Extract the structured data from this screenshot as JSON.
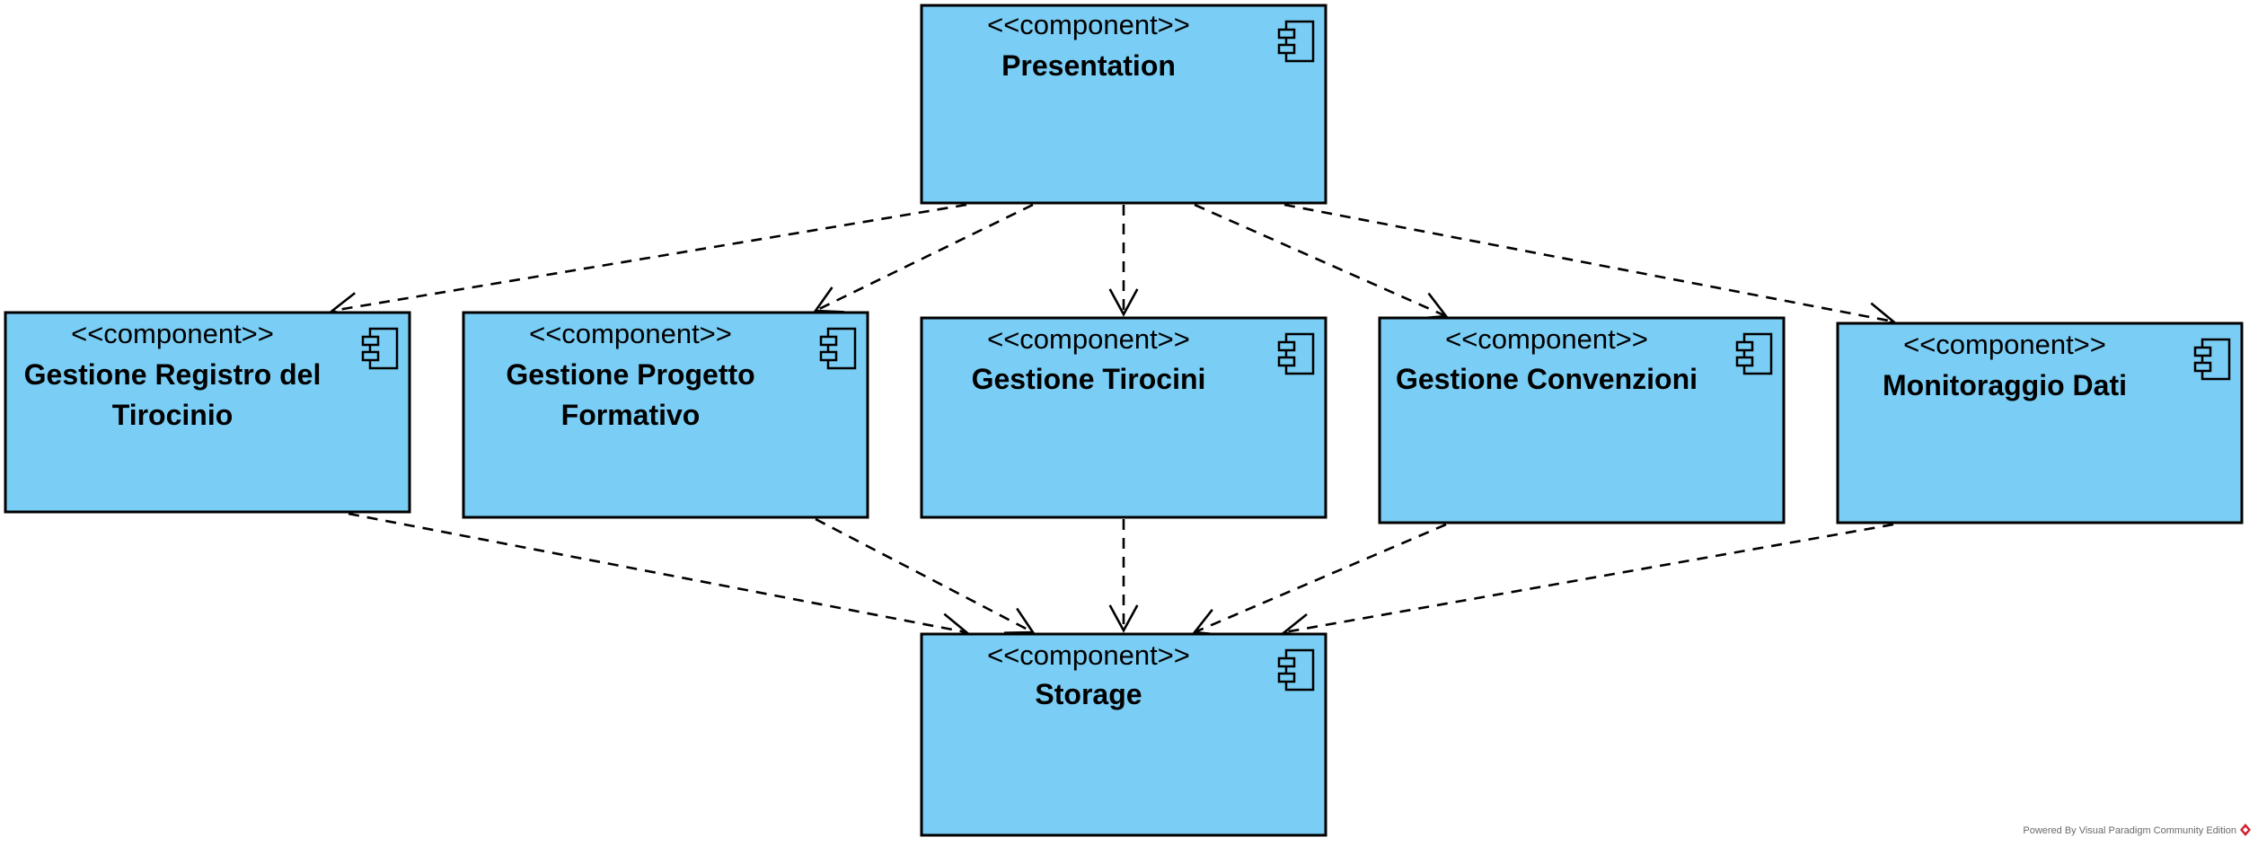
{
  "diagram": {
    "components": [
      {
        "id": "presentation",
        "stereotype": "<<component>>",
        "name_lines": [
          "Presentation"
        ]
      },
      {
        "id": "registro",
        "stereotype": "<<component>>",
        "name_lines": [
          "Gestione Registro del",
          "Tirocinio"
        ]
      },
      {
        "id": "progetto",
        "stereotype": "<<component>>",
        "name_lines": [
          "Gestione Progetto",
          "Formativo"
        ]
      },
      {
        "id": "tirocini",
        "stereotype": "<<component>>",
        "name_lines": [
          "Gestione Tirocini"
        ]
      },
      {
        "id": "convenzioni",
        "stereotype": "<<component>>",
        "name_lines": [
          "Gestione Convenzioni"
        ]
      },
      {
        "id": "monitoraggio",
        "stereotype": "<<component>>",
        "name_lines": [
          "Monitoraggio Dati"
        ]
      },
      {
        "id": "storage",
        "stereotype": "<<component>>",
        "name_lines": [
          "Storage"
        ]
      }
    ],
    "dependencies": [
      {
        "from": "presentation",
        "to": "registro"
      },
      {
        "from": "presentation",
        "to": "progetto"
      },
      {
        "from": "presentation",
        "to": "tirocini"
      },
      {
        "from": "presentation",
        "to": "convenzioni"
      },
      {
        "from": "presentation",
        "to": "monitoraggio"
      },
      {
        "from": "registro",
        "to": "storage"
      },
      {
        "from": "progetto",
        "to": "storage"
      },
      {
        "from": "tirocini",
        "to": "storage"
      },
      {
        "from": "convenzioni",
        "to": "storage"
      },
      {
        "from": "monitoraggio",
        "to": "storage"
      }
    ],
    "colors": {
      "component_fill": "#7acdf4",
      "stroke": "#000000"
    }
  },
  "footer": {
    "text": "Powered By  Visual Paradigm Community Edition",
    "logo_icon": "visual-paradigm-logo-icon"
  }
}
